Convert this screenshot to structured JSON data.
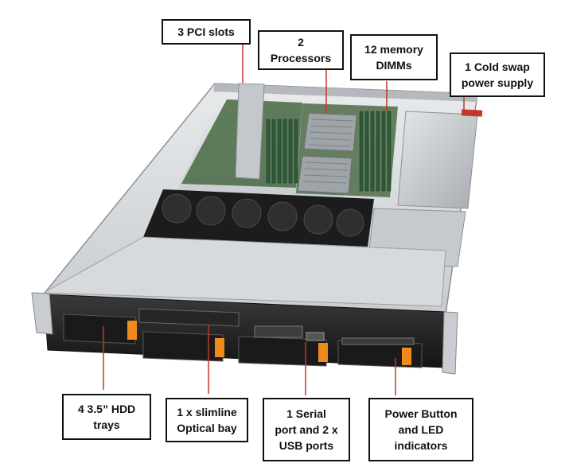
{
  "callouts": {
    "pci_slots": "3 PCI slots",
    "processors": "2\nProcessors",
    "memory": "12 memory\nDIMMs",
    "power_supply": "1 Cold swap\npower supply",
    "hdd_trays": "4 3.5” HDD\ntrays",
    "optical_bay": "1 x slimline\nOptical bay",
    "serial_usb": "1 Serial\nport and 2 x\nUSB ports",
    "power_button": "Power Button\nand LED\nindicators"
  },
  "colors": {
    "leader_line": "#c0392b",
    "chassis_light": "#d9dcdf",
    "chassis_mid": "#b9bdc2",
    "chassis_dark": "#2a2a2a",
    "board_green": "#4f6f4a",
    "drive_orange": "#f08a1c",
    "psu_silver": "#c9ccd0"
  },
  "icons": [
    "server-chassis-illustration"
  ]
}
